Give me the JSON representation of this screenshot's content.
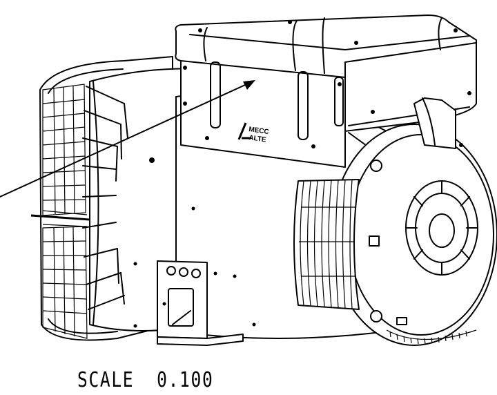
{
  "drawing": {
    "logo_text": [
      "MECC",
      "ALTE"
    ],
    "scale_text": "SCALE  0.100"
  },
  "colors": {
    "line": "#000000",
    "background": "#ffffff"
  }
}
